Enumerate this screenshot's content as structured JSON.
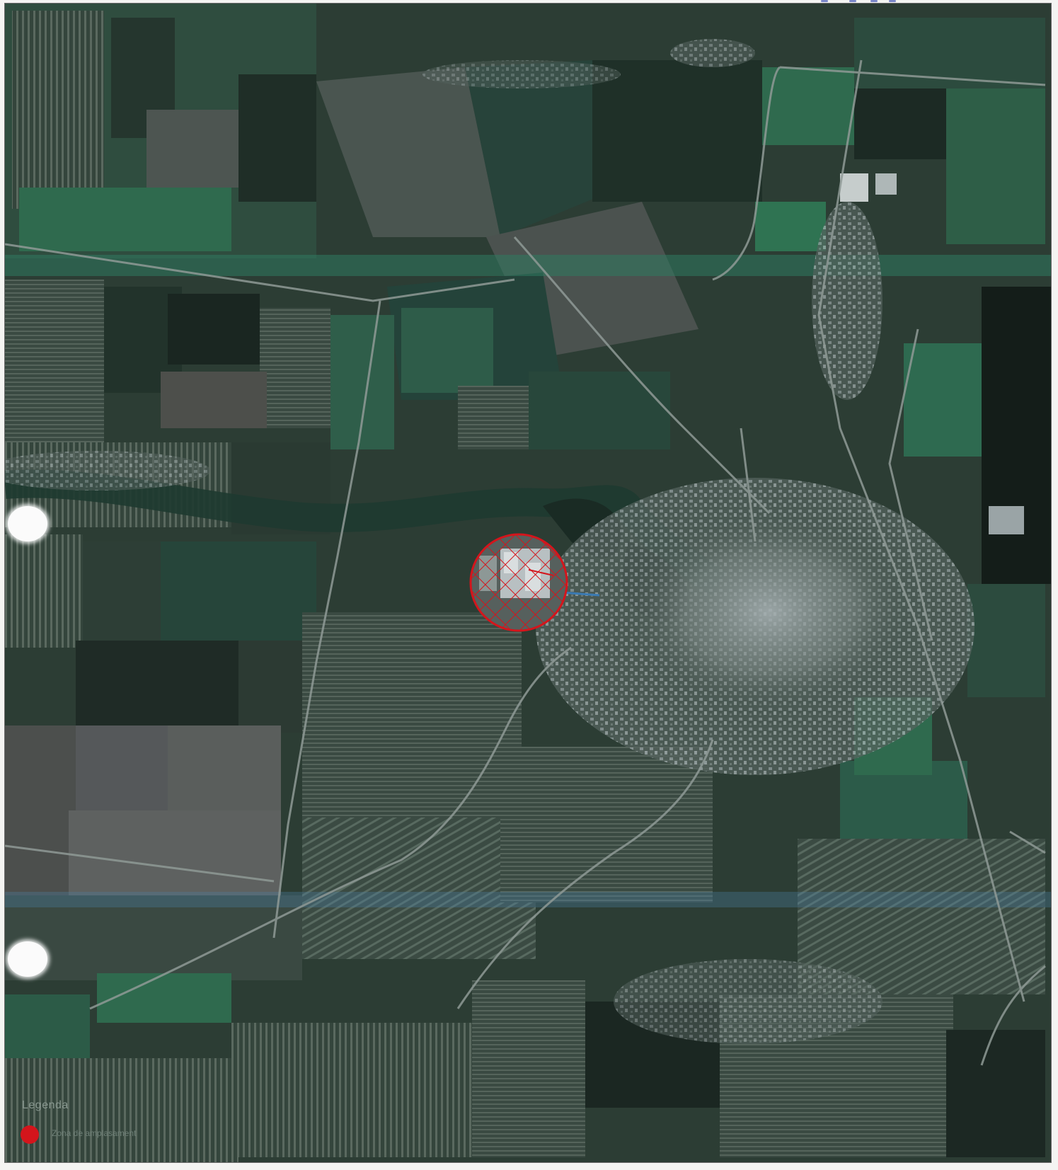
{
  "map": {
    "type": "satellite-imagery",
    "site_marker": {
      "style": "red cross-hatched circle",
      "color": "#d4151c"
    },
    "highlight_colors": {
      "site": "#d4151c",
      "settlement": "#b9c2c4",
      "field_dark": "#1f2e27",
      "field_green": "#2f6a4e"
    }
  },
  "legend": {
    "title": "Legenda",
    "items": [
      {
        "label": "Zona de amplasament",
        "marker_color": "#d4151c",
        "marker_shape": "filled-circle"
      }
    ]
  }
}
